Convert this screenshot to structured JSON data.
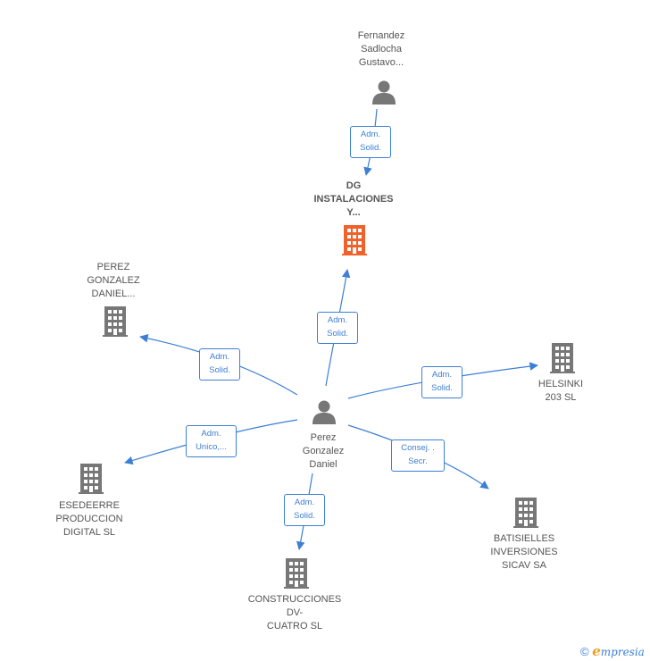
{
  "colors": {
    "edge": "#3d7fd4",
    "person": "#777777",
    "company": "#777777",
    "company_main": "#f0622b"
  },
  "nodes": {
    "fernandez": {
      "lines": [
        "Fernandez",
        "Sadlocha",
        "Gustavo..."
      ]
    },
    "dg": {
      "lines": [
        "DG",
        "INSTALACIONES",
        "Y..."
      ]
    },
    "perez_gonzalez_co": {
      "lines": [
        "PEREZ",
        "GONZALEZ",
        "DANIEL..."
      ]
    },
    "perez_person": {
      "lines": [
        "Perez",
        "Gonzalez",
        "Daniel"
      ]
    },
    "helsinki": {
      "lines": [
        "HELSINKI",
        "203 SL"
      ]
    },
    "esedeerre": {
      "lines": [
        "ESEDEERRE",
        "PRODUCCION",
        "DIGITAL  SL"
      ]
    },
    "batisielles": {
      "lines": [
        "BATISIELLES",
        "INVERSIONES",
        "SICAV SA"
      ]
    },
    "construcciones": {
      "lines": [
        "CONSTRUCCIONES",
        "DV-",
        "CUATRO SL"
      ]
    }
  },
  "edges": {
    "fernandez_dg": [
      "Adm.",
      "Solid."
    ],
    "perez_dg": [
      "Adm.",
      "Solid."
    ],
    "perez_pgco": [
      "Adm.",
      "Solid."
    ],
    "perez_helsinki": [
      "Adm.",
      "Solid."
    ],
    "perez_esedeerre": [
      "Adm.",
      "Unico,..."
    ],
    "perez_batisielles": [
      "Consej. .",
      "Secr."
    ],
    "perez_construcciones": [
      "Adm.",
      "Solid."
    ]
  },
  "footer": {
    "copyright": "©",
    "brand_initial": "e",
    "brand_rest": "mpresia"
  }
}
